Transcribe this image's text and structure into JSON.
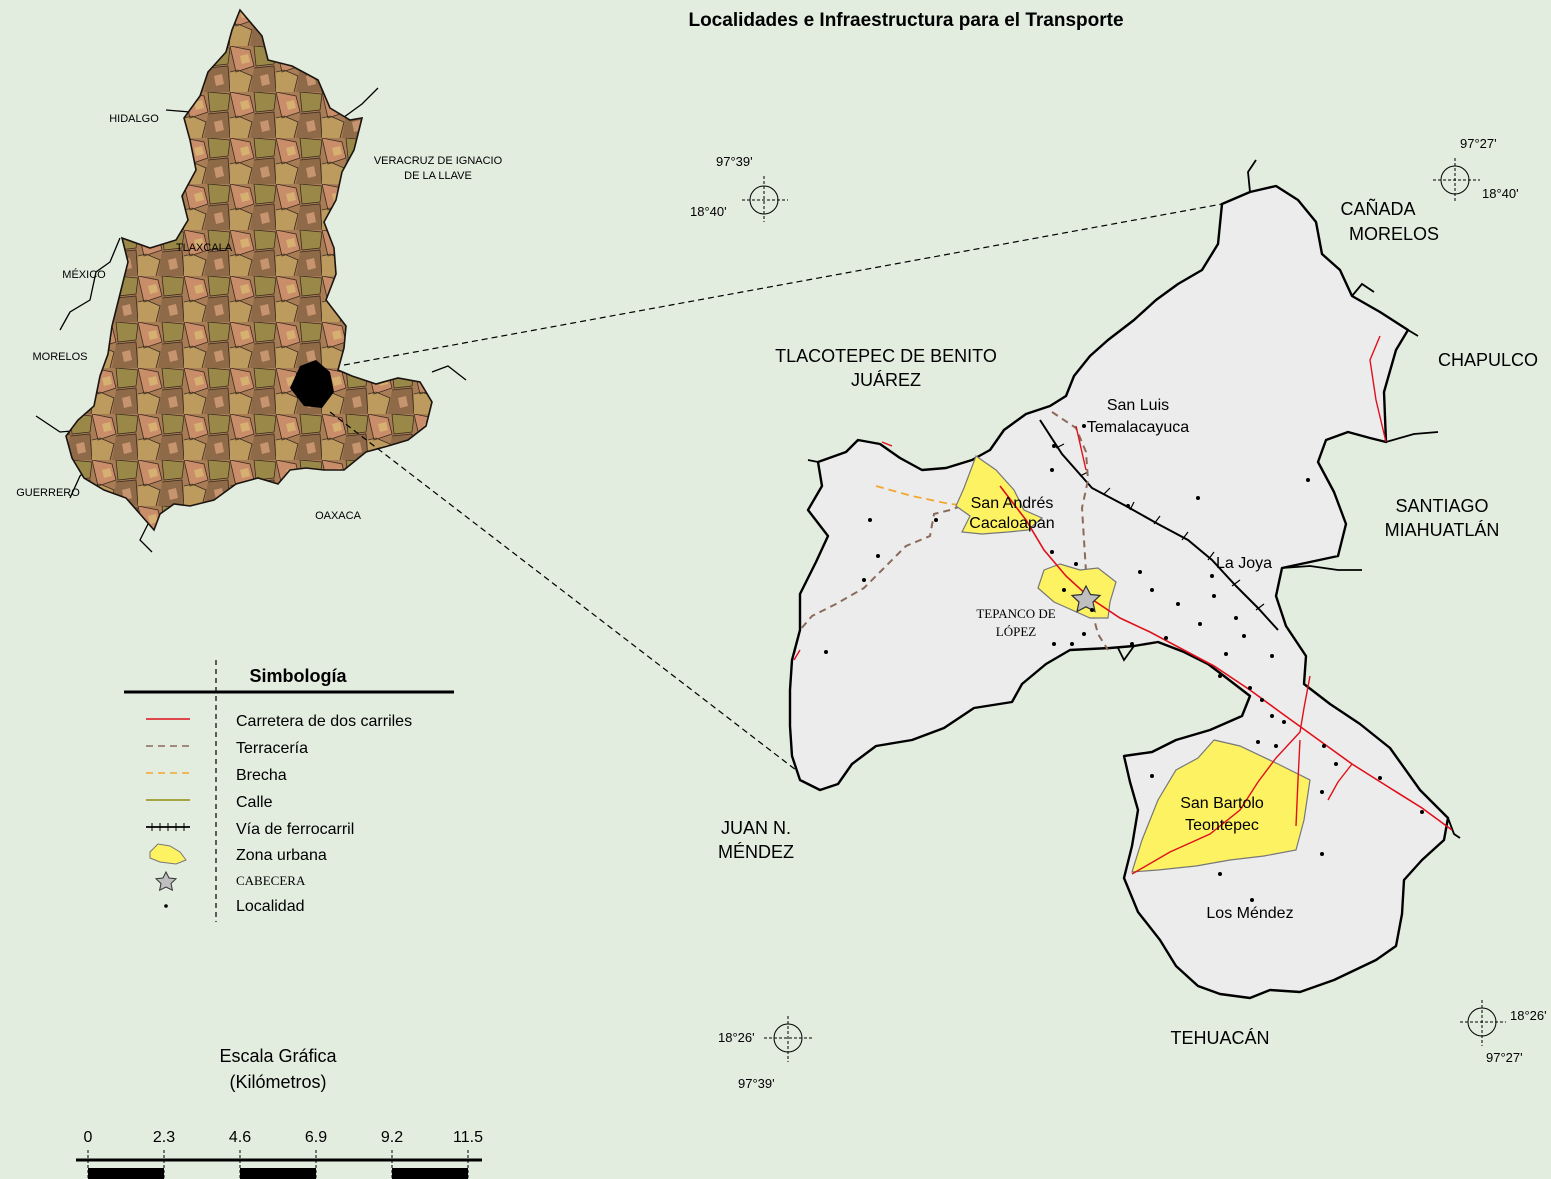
{
  "title": "Localidades e Infraestructura para el Transporte",
  "inset_states": [
    "HIDALGO",
    "VERACRUZ DE IGNACIO",
    "DE LA LLAVE",
    "TLAXCALA",
    "MÉXICO",
    "MORELOS",
    "GUERRERO",
    "OAXACA"
  ],
  "neighbors": {
    "tlacotepec_1": "TLACOTEPEC DE BENITO",
    "tlacotepec_2": "JUÁREZ",
    "canada_1": "CAÑADA",
    "canada_2": "MORELOS",
    "chapulco": "CHAPULCO",
    "santiago_1": "SANTIAGO",
    "santiago_2": "MIAHUATLÁN",
    "juan_1": "JUAN N.",
    "juan_2": "MÉNDEZ",
    "tehuacan": "TEHUACÁN"
  },
  "places": {
    "san_luis_1": "San Luis",
    "san_luis_2": "Temalacayuca",
    "san_andres_1": "San Andrés",
    "san_andres_2": "Cacaloapan",
    "la_joya": "La Joya",
    "tepanco_1": "TEPANCO DE",
    "tepanco_2": "LÓPEZ",
    "san_bartolo_1": "San Bartolo",
    "san_bartolo_2": "Teontepec",
    "los_mendez": "Los Méndez"
  },
  "coords": {
    "nw_lon": "97°39'",
    "nw_lat": "18°40'",
    "ne_lon": "97°27'",
    "ne_lat": "18°40'",
    "sw_lat": "18°26'",
    "sw_lon": "97°39'",
    "se_lat": "18°26'",
    "se_lon": "97°27'"
  },
  "legend": {
    "title": "Simbología",
    "items": [
      {
        "label": "Carretera de dos carriles",
        "symbol": "red-line"
      },
      {
        "label": "Terracería",
        "symbol": "brown-dash"
      },
      {
        "label": "Brecha",
        "symbol": "orange-dash"
      },
      {
        "label": "Calle",
        "symbol": "olive-line"
      },
      {
        "label": "Vía de ferrocarril",
        "symbol": "rail-line"
      },
      {
        "label": "Zona urbana",
        "symbol": "urban-polygon"
      },
      {
        "label": "CABECERA",
        "symbol": "star"
      },
      {
        "label": "Localidad",
        "symbol": "dot"
      }
    ]
  },
  "scale": {
    "title": "Escala Gráfica",
    "units": "(Kilómetros)",
    "ticks": [
      "0",
      "2.3",
      "4.6",
      "6.9",
      "9.2",
      "11.5"
    ]
  },
  "colors": {
    "background": "#e2ecdf",
    "municipality": "#ececec",
    "urban": "#fdf262",
    "road": "#e0101a",
    "dirt": "#8a6a5a",
    "brecha": "#f2a830",
    "calle": "#9b9b2a",
    "inset_highlight": "#000000"
  }
}
